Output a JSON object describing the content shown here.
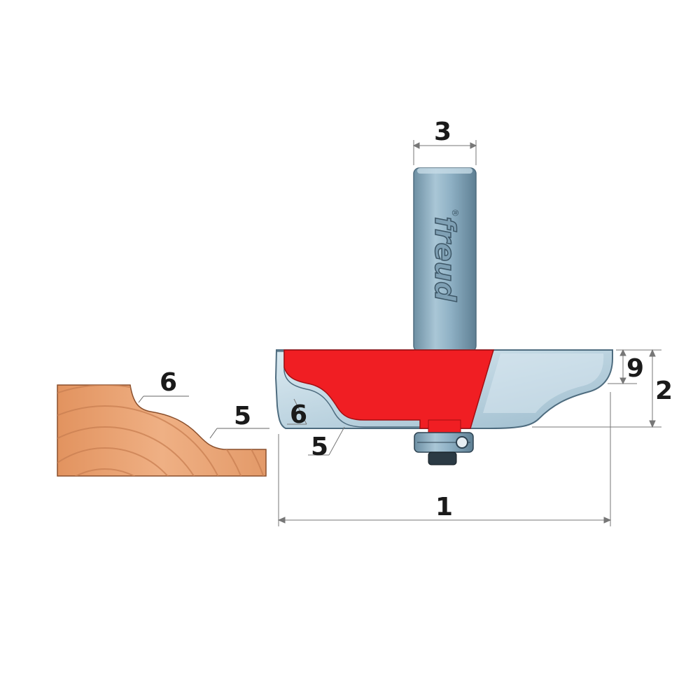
{
  "labels": {
    "shank_diameter": "3",
    "overall_diameter": "1",
    "cutting_height": "2",
    "profile_depth": "9",
    "bit_radius_6": "6",
    "bit_radius_5": "5",
    "profile_radius_6": "6",
    "profile_radius_5": "5"
  },
  "brand": {
    "logo_text": "freud",
    "registered_mark": "®"
  },
  "colors": {
    "cutter_red": "#f01e23",
    "steel_light": "#c9dfe9",
    "steel_dark": "#6f93a8",
    "wood": "#e9a276",
    "wood_grain": "#c97f52"
  }
}
